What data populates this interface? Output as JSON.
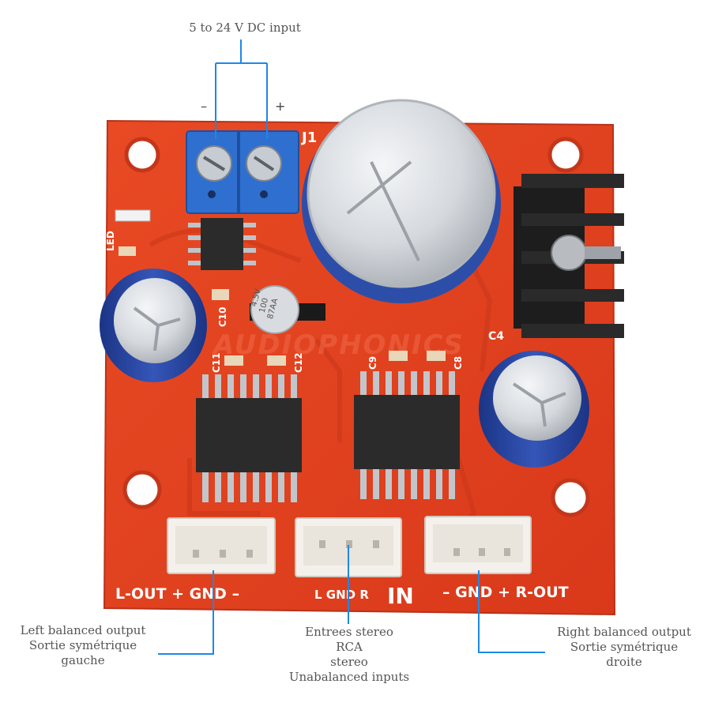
{
  "colors": {
    "pcb": "#e2411f",
    "pcb_dark": "#b52d12",
    "silkscreen": "#ffffff",
    "callout_line": "#1e88e5",
    "callout_text": "#555555",
    "terminal_block": "#2f6fd0",
    "capacitor_blue": "#22409a",
    "capacitor_silver": "#d9dde2",
    "chip": "#2b2b2b",
    "heatsink": "#222222",
    "connector": "#f4f1ec"
  },
  "callouts": {
    "power": {
      "line1": "5 to 24 V DC input"
    },
    "left_output": {
      "line1": "Left balanced output",
      "line2": "Sortie symétrique",
      "line3": "gauche"
    },
    "inputs": {
      "line1": "Entrees stereo",
      "line2": "RCA",
      "line3": "stereo",
      "line4": "Unabalanced inputs"
    },
    "right_output": {
      "line1": "Right balanced output",
      "line2": "Sortie symétrique",
      "line3": "droite"
    }
  },
  "silkscreen": {
    "minus": "–",
    "plus": "+",
    "j1": "J1",
    "led": "LED",
    "c10": "C10",
    "c11": "C11",
    "c12": "C12",
    "c9": "C9",
    "c8": "C8",
    "c4": "C4",
    "left_out": "L-OUT + GND –",
    "inputs": "L GND R",
    "in": "IN",
    "right_out": "– GND + R-OUT",
    "watermark": "AUDIOPHONICS"
  },
  "components": {
    "small_cap_line1": "87AA",
    "small_cap_line2": "100",
    "small_cap_line3": "4.5V"
  }
}
